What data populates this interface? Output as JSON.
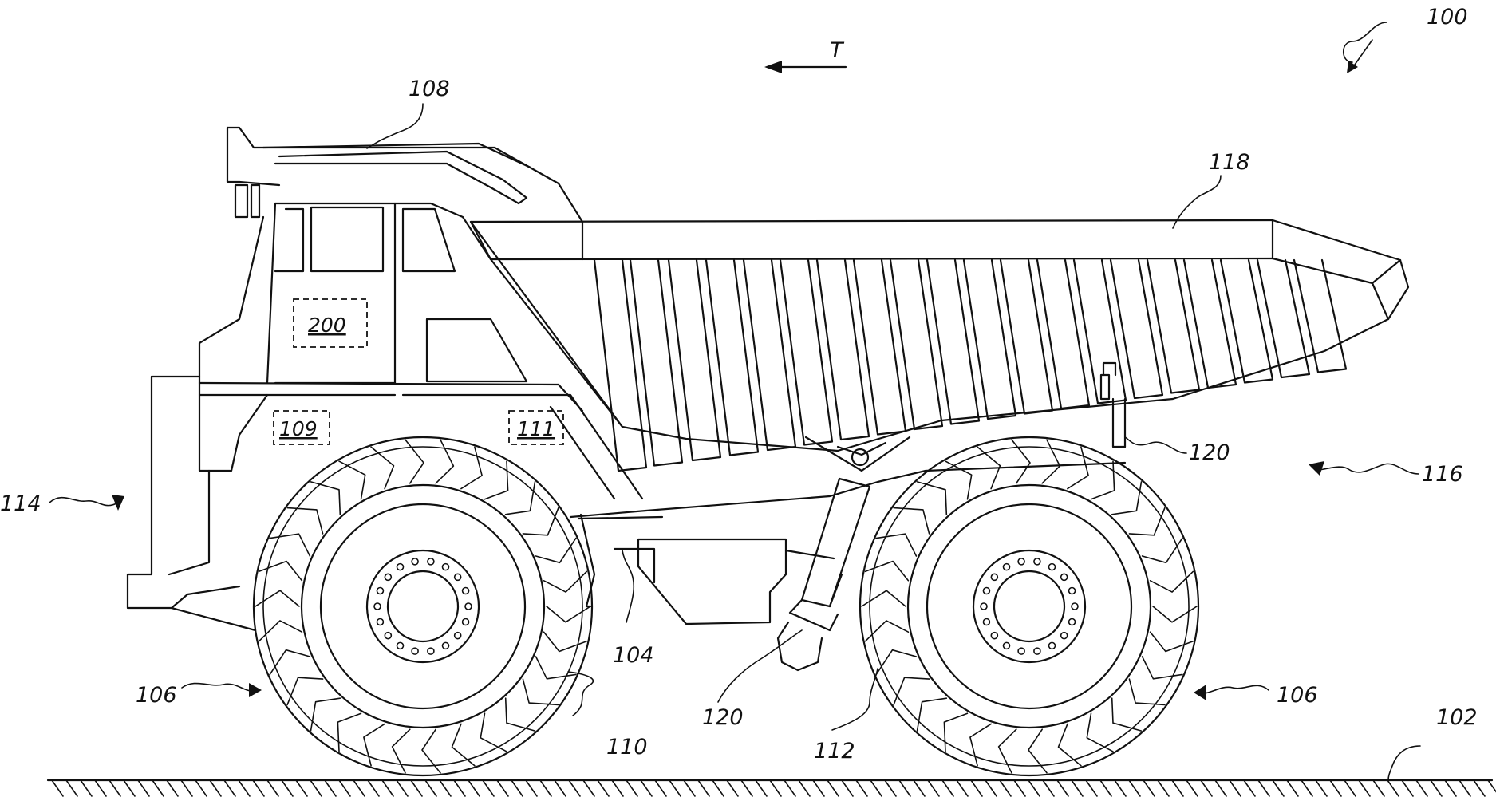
{
  "figure": {
    "labels": {
      "vehicle": "100",
      "ground": "102",
      "frame": "104",
      "wheel_front": "106",
      "wheel_rear": "106",
      "canopy": "108",
      "box_front": "109",
      "tire_front": "110",
      "box_cab": "111",
      "tire_rear": "112",
      "front_end": "114",
      "rear_end": "116",
      "dump_body": "118",
      "hoist_upper": "120",
      "hoist_lower": "120",
      "controller": "200",
      "travel_direction": "T"
    }
  }
}
